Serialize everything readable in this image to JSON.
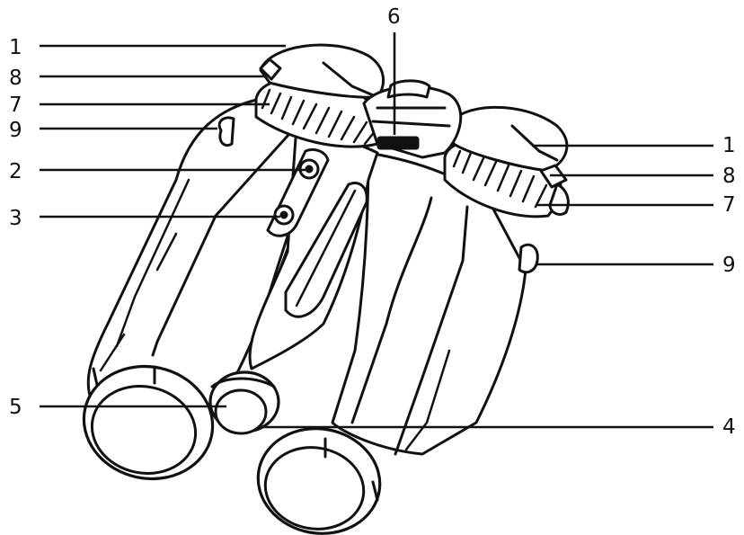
{
  "diagram": {
    "callouts": [
      {
        "id": "top-center",
        "label": "6"
      },
      {
        "id": "left-1",
        "label": "1"
      },
      {
        "id": "left-8",
        "label": "8"
      },
      {
        "id": "left-7",
        "label": "7"
      },
      {
        "id": "left-9",
        "label": "9"
      },
      {
        "id": "left-2",
        "label": "2"
      },
      {
        "id": "left-3",
        "label": "3"
      },
      {
        "id": "left-5",
        "label": "5"
      },
      {
        "id": "right-1",
        "label": "1"
      },
      {
        "id": "right-8",
        "label": "8"
      },
      {
        "id": "right-7",
        "label": "7"
      },
      {
        "id": "right-9",
        "label": "9"
      },
      {
        "id": "right-4",
        "label": "4"
      }
    ],
    "colors": {
      "ink": "#111111",
      "paper": "#ffffff"
    }
  }
}
